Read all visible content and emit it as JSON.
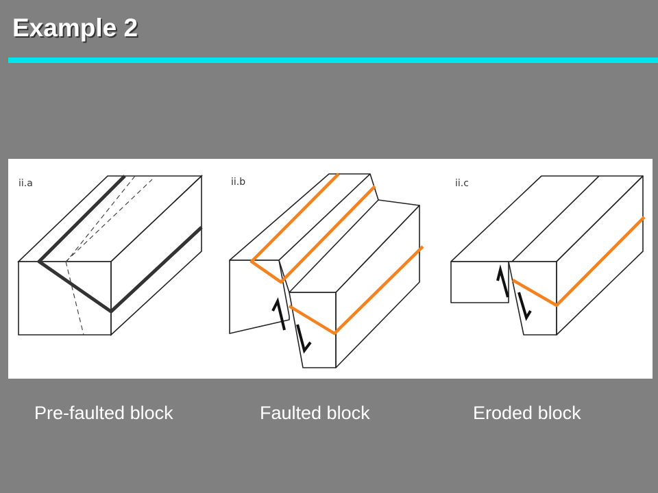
{
  "slide": {
    "title": "Example 2",
    "accent_color": "#00e5ee",
    "background_color": "#808080"
  },
  "figure": {
    "panel_labels": [
      "ii.a",
      "ii.b",
      "ii.c"
    ],
    "captions": [
      "Pre-faulted block",
      "Faulted block",
      "Eroded block"
    ],
    "highlight_color": "#f58220"
  }
}
